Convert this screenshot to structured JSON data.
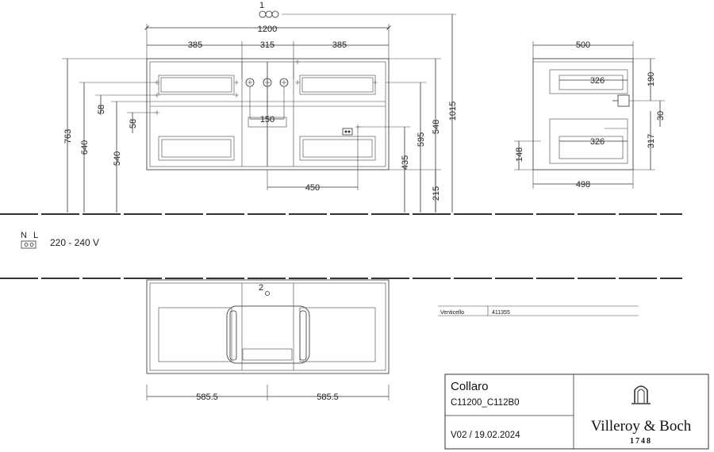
{
  "front_view": {
    "callout_number": "1",
    "width_total": "1200",
    "width_left": "385",
    "width_middle": "315",
    "width_right": "385",
    "tap_spacing": "150",
    "socket_offset": "450",
    "height_left_outer": "763",
    "height_left_mid": "640",
    "height_left_inner": "540",
    "upper_gap": "58",
    "lower_gap": "58",
    "height_right_548": "548",
    "height_right_1015": "1015",
    "height_right_595": "595",
    "height_right_435": "435",
    "floor_clearance": "215"
  },
  "side_view": {
    "depth_top": "500",
    "drawer_depth_top": "326",
    "drawer_depth_bottom": "326",
    "depth_bottom": "498",
    "height_top": "190",
    "height_waste": "30",
    "height_lower": "317",
    "height_left_low": "148"
  },
  "electrical": {
    "label_n": "N",
    "label_l": "L",
    "voltage": "220 - 240 V"
  },
  "top_view": {
    "callout_number": "2",
    "half_left": "585.5",
    "half_right": "585.5"
  },
  "parts_table": {
    "item_name": "Venticello",
    "item_code": "411355"
  },
  "title_block": {
    "product": "Collaro",
    "codes": "C11200_C112B0",
    "version": "V02 / 19.02.2024",
    "brand": "Villeroy & Boch",
    "brand_year": "1748"
  }
}
